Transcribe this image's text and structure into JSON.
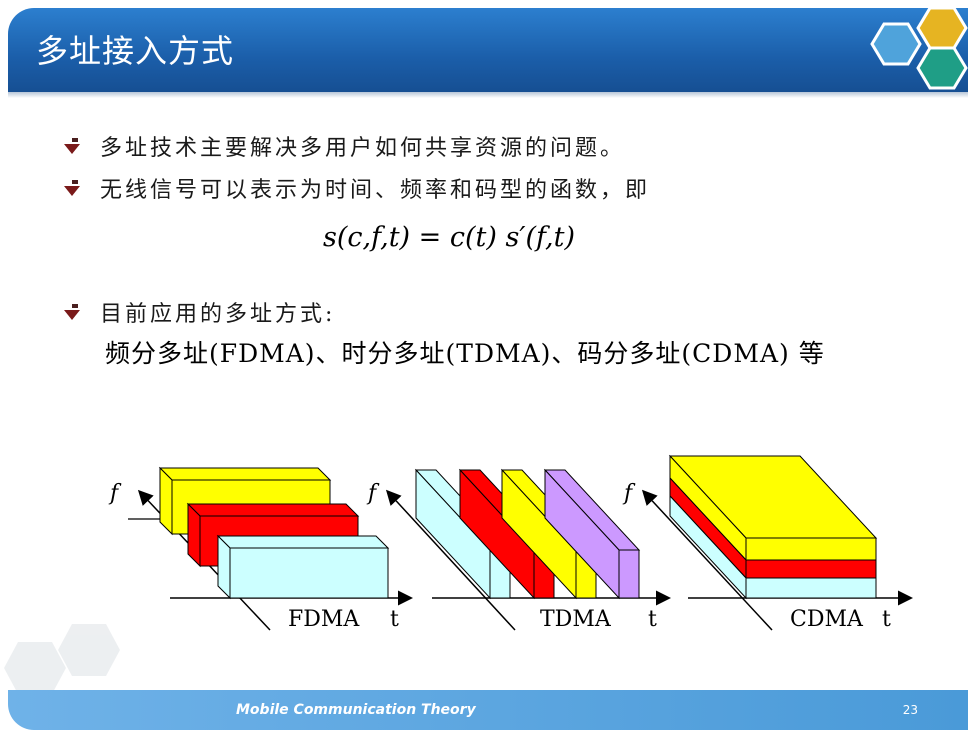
{
  "slide": {
    "title": "多址接入方式",
    "bullets": [
      "多址技术主要解决多用户如何共享资源的问题。",
      "无线信号可以表示为时间、频率和码型的函数，即",
      "目前应用的多址方式:"
    ],
    "formula": "s(c,f,t) = c(t) s′(f,t)",
    "methods_line": "频分多址(FDMA)、时分多址(TDMA)、码分多址(CDMA) 等"
  },
  "diagrams": [
    {
      "name": "FDMA",
      "axis_f": "f",
      "axis_t": "t"
    },
    {
      "name": "TDMA",
      "axis_f": "f",
      "axis_t": "t"
    },
    {
      "name": "CDMA",
      "axis_f": "f",
      "axis_t": "t"
    }
  ],
  "footer": {
    "course": "Mobile Communication Theory",
    "page": "23"
  },
  "colors": {
    "title_bg": "#1b5ea9",
    "yellow": "#ffff00",
    "red": "#ff0000",
    "cyan": "#ccffff",
    "purple": "#cc99ff"
  }
}
